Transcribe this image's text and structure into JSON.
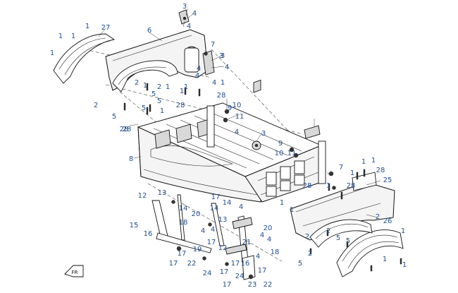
{
  "diagram": {
    "callouts": [
      {
        "id": "c1",
        "text": "3"
      },
      {
        "id": "c2",
        "text": "4"
      },
      {
        "id": "c3",
        "text": "4"
      },
      {
        "id": "c4",
        "text": "6"
      },
      {
        "id": "c5",
        "text": "27"
      },
      {
        "id": "c6",
        "text": "1"
      },
      {
        "id": "c7",
        "text": "1"
      },
      {
        "id": "c8",
        "text": "1"
      },
      {
        "id": "c9",
        "text": "1"
      },
      {
        "id": "c10",
        "text": "7"
      },
      {
        "id": "c11",
        "text": "3"
      },
      {
        "id": "c12",
        "text": "4"
      },
      {
        "id": "c13",
        "text": "4"
      },
      {
        "id": "c14",
        "text": "1"
      },
      {
        "id": "c15",
        "text": "1"
      },
      {
        "id": "c16",
        "text": "28"
      },
      {
        "id": "c17",
        "text": "10"
      },
      {
        "id": "c18",
        "text": "9"
      },
      {
        "id": "c19",
        "text": "11"
      },
      {
        "id": "c20",
        "text": "2"
      },
      {
        "id": "c21",
        "text": "1"
      },
      {
        "id": "c22",
        "text": "5"
      },
      {
        "id": "c23",
        "text": "2"
      },
      {
        "id": "c24",
        "text": "5"
      },
      {
        "id": "c25",
        "text": "5"
      },
      {
        "id": "c26",
        "text": "1"
      },
      {
        "id": "c27",
        "text": "1"
      },
      {
        "id": "c28",
        "text": "28"
      },
      {
        "id": "c29",
        "text": "1"
      },
      {
        "id": "c30",
        "text": "28"
      },
      {
        "id": "c31",
        "text": "4"
      },
      {
        "id": "c32",
        "text": "3"
      },
      {
        "id": "c33",
        "text": "4"
      },
      {
        "id": "c34",
        "text": "4"
      },
      {
        "id": "c35",
        "text": "3"
      },
      {
        "id": "c36",
        "text": "9"
      },
      {
        "id": "c37",
        "text": "10"
      },
      {
        "id": "c38",
        "text": "11"
      },
      {
        "id": "c39",
        "text": "8"
      },
      {
        "id": "c40",
        "text": "7"
      },
      {
        "id": "c41",
        "text": "1"
      },
      {
        "id": "c42",
        "text": "1"
      },
      {
        "id": "c43",
        "text": "1"
      },
      {
        "id": "c44",
        "text": "28"
      },
      {
        "id": "c45",
        "text": "25"
      },
      {
        "id": "c46",
        "text": "28"
      },
      {
        "id": "c47",
        "text": "28"
      },
      {
        "id": "c48",
        "text": "1"
      },
      {
        "id": "c49",
        "text": "2"
      },
      {
        "id": "c50",
        "text": "26"
      },
      {
        "id": "c51",
        "text": "1"
      },
      {
        "id": "c52",
        "text": "2"
      },
      {
        "id": "c53",
        "text": "5"
      },
      {
        "id": "c54",
        "text": "5"
      },
      {
        "id": "c55",
        "text": "1"
      },
      {
        "id": "c56",
        "text": "1"
      },
      {
        "id": "c57",
        "text": "5"
      },
      {
        "id": "c58",
        "text": "1"
      },
      {
        "id": "c59",
        "text": "1"
      },
      {
        "id": "c60",
        "text": "12"
      },
      {
        "id": "c61",
        "text": "13"
      },
      {
        "id": "c62",
        "text": "14"
      },
      {
        "id": "c63",
        "text": "17"
      },
      {
        "id": "c64",
        "text": "14"
      },
      {
        "id": "c65",
        "text": "4"
      },
      {
        "id": "c66",
        "text": "15"
      },
      {
        "id": "c67",
        "text": "16"
      },
      {
        "id": "c68",
        "text": "18"
      },
      {
        "id": "c69",
        "text": "20"
      },
      {
        "id": "c70",
        "text": "4"
      },
      {
        "id": "c71",
        "text": "4"
      },
      {
        "id": "c72",
        "text": "14"
      },
      {
        "id": "c73",
        "text": "13"
      },
      {
        "id": "c74",
        "text": "17"
      },
      {
        "id": "c75",
        "text": "20"
      },
      {
        "id": "c76",
        "text": "4"
      },
      {
        "id": "c77",
        "text": "17"
      },
      {
        "id": "c78",
        "text": "19"
      },
      {
        "id": "c79",
        "text": "12"
      },
      {
        "id": "c80",
        "text": "21"
      },
      {
        "id": "c81",
        "text": "4"
      },
      {
        "id": "c82",
        "text": "18"
      },
      {
        "id": "c83",
        "text": "17"
      },
      {
        "id": "c84",
        "text": "17"
      },
      {
        "id": "c85",
        "text": "22"
      },
      {
        "id": "c86",
        "text": "24"
      },
      {
        "id": "c87",
        "text": "16"
      },
      {
        "id": "c88",
        "text": "17"
      },
      {
        "id": "c89",
        "text": "17"
      },
      {
        "id": "c90",
        "text": "24"
      },
      {
        "id": "c91",
        "text": "23"
      },
      {
        "id": "c92",
        "text": "22"
      },
      {
        "id": "c93",
        "text": "17"
      },
      {
        "id": "c94",
        "text": "2"
      },
      {
        "id": "c95",
        "text": "5"
      },
      {
        "id": "c96",
        "text": "28"
      },
      {
        "id": "c97",
        "text": "2"
      },
      {
        "id": "c98",
        "text": "4"
      },
      {
        "id": "c99",
        "text": "2"
      }
    ],
    "direction_badge": "FR"
  },
  "colors": {
    "callout_text": "#1f4f8f",
    "line_art": "#111111",
    "background": "#ffffff"
  }
}
